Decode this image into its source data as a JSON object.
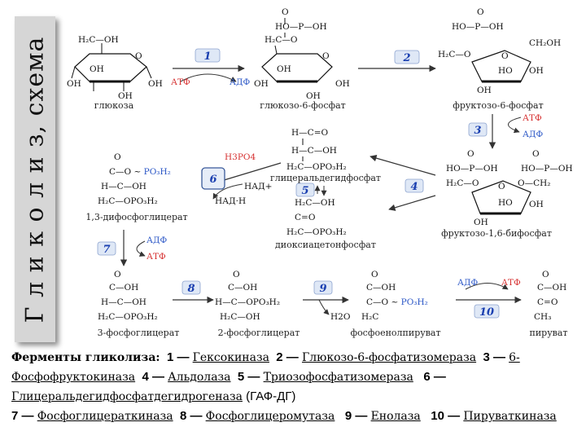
{
  "side_title": "Г л и к о л и з, схема",
  "compounds": {
    "glucose": "глюкоза",
    "g6p": "глюкозо-6-фосфат",
    "f6p": "фруктозо-6-фосфат",
    "f16bp": "фруктозо-1,6-бифосфат",
    "gap": "глицеральдегидфосфат",
    "dhap": "диоксиацетонфосфат",
    "bpg13": "1,3-дифосфоглицерат",
    "pg3": "3-фосфоглицерат",
    "pg2": "2-фосфоглицерат",
    "pep": "фосфоенолпируват",
    "pyruvate": "пируват"
  },
  "cofactors": {
    "atp": "АТФ",
    "adp": "АДФ",
    "h3po4": "H3PO4",
    "nad_plus": "НАД+",
    "nad_h": "НАД·Н",
    "h2o": "H2O"
  },
  "steps": [
    "1",
    "2",
    "3",
    "4",
    "5",
    "6",
    "7",
    "8",
    "9",
    "10"
  ],
  "legend": {
    "title": "Ферменты гликолиза:",
    "items": [
      {
        "num": "1 —",
        "name": "Гексокиназа"
      },
      {
        "num": "2 —",
        "name": "Глюкозо-6-фосфатизомераза"
      },
      {
        "num": "3 —",
        "name": "6-Фосфофруктокиназа"
      },
      {
        "num": "4 —",
        "name": "Альдолаза"
      },
      {
        "num": "5 —",
        "name": "Триозофосфатизомераза"
      },
      {
        "num": "6 —",
        "name": "Глицеральдегидфосфатдегидрогеназа",
        "suffix": "(ГАФ-ДГ)"
      },
      {
        "num": "7 —",
        "name": "Фосфоглицераткиназа"
      },
      {
        "num": "8 —",
        "name": "Фосфоглицеромутаза"
      },
      {
        "num": "9 —",
        "name": "Енолаза"
      },
      {
        "num": "10 —",
        "name": "Пируваткиназа"
      }
    ]
  }
}
